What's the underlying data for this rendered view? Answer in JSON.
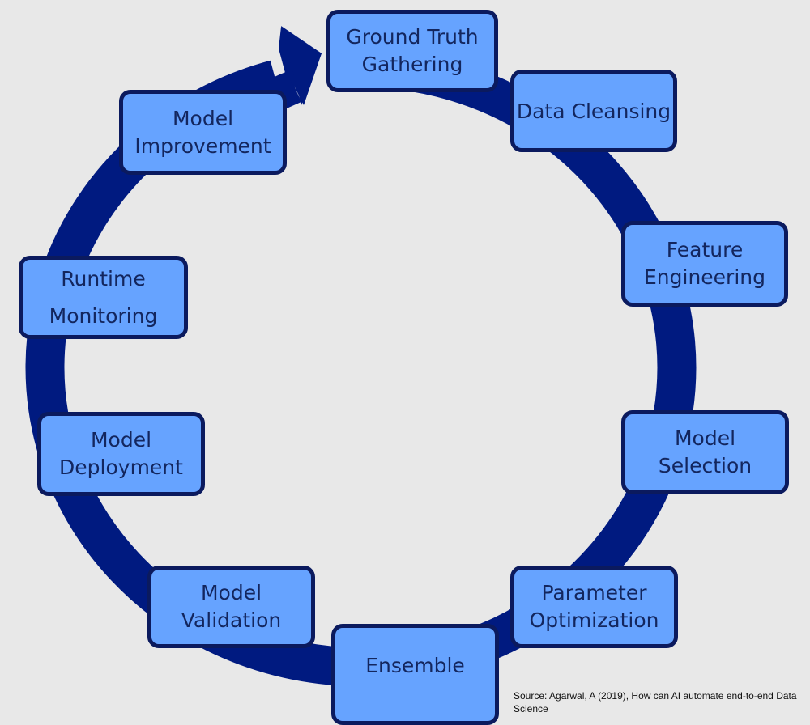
{
  "diagram": {
    "type": "cycle",
    "direction": "clockwise",
    "colors": {
      "background": "#e8e8e8",
      "ring": "#001a80",
      "box_fill": "#66a3ff",
      "box_border": "#0b1a5e",
      "box_text": "#13265e"
    },
    "stages": [
      {
        "id": "ground-truth-gathering",
        "label": "Ground Truth\nGathering"
      },
      {
        "id": "data-cleansing",
        "label": "Data Cleansing"
      },
      {
        "id": "feature-engineering",
        "label": "Feature\nEngineering"
      },
      {
        "id": "model-selection",
        "label": "Model\nSelection"
      },
      {
        "id": "parameter-optimization",
        "label": "Parameter\nOptimization"
      },
      {
        "id": "ensemble",
        "label": "Ensemble"
      },
      {
        "id": "model-validation",
        "label": "Model\nValidation"
      },
      {
        "id": "model-deployment",
        "label": "Model\nDeployment"
      },
      {
        "id": "runtime-monitoring",
        "label": "Runtime\nMonitoring"
      },
      {
        "id": "model-improvement",
        "label": "Model\nImprovement"
      }
    ],
    "arrow_icon": "arrow-head-icon"
  },
  "source": {
    "text": "Source: Agarwal, A (2019), How can AI automate end-to-end Data Science"
  }
}
